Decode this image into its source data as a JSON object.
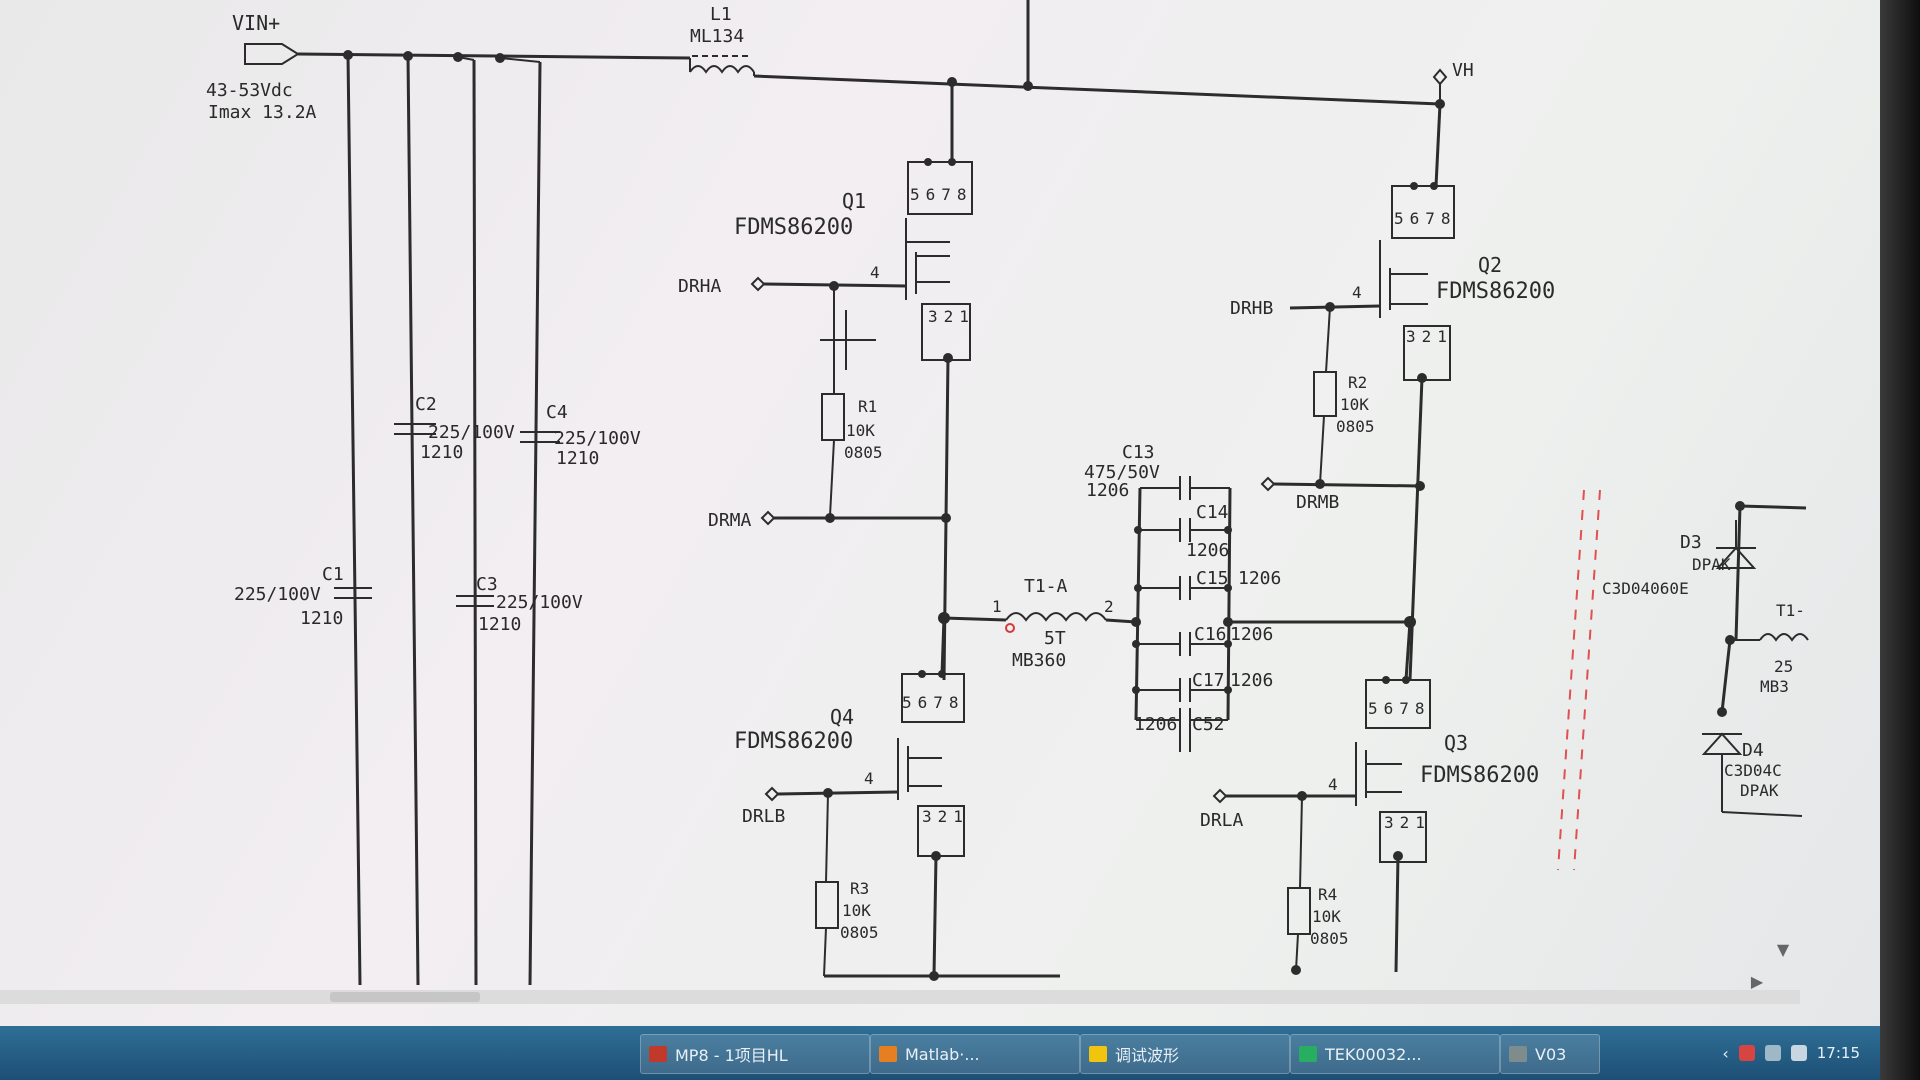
{
  "schematic": {
    "net_labels": {
      "vin": "VIN+",
      "vin_range": "43-53Vdc",
      "imax": "Imax 13.2A",
      "vh": "VH",
      "drha": "DRHA",
      "drhb": "DRHB",
      "drma": "DRMA",
      "drmb": "DRMB",
      "drlb": "DRLB",
      "drla": "DRLA"
    },
    "inductor_l1": {
      "ref": "L1",
      "value": "ML134"
    },
    "capacitors": [
      {
        "ref": "C1",
        "value": "225/100V",
        "pkg": "1210"
      },
      {
        "ref": "C2",
        "value": "225/100V",
        "pkg": "1210"
      },
      {
        "ref": "C3",
        "value": "225/100V",
        "pkg": "1210"
      },
      {
        "ref": "C4",
        "value": "225/100V",
        "pkg": "1210"
      },
      {
        "ref": "C13",
        "value": "475/50V",
        "pkg": "1206"
      },
      {
        "ref": "C14",
        "pkg": "1206"
      },
      {
        "ref": "C15",
        "pkg": "1206"
      },
      {
        "ref": "C16",
        "pkg": "1206"
      },
      {
        "ref": "C17",
        "pkg": "1206"
      },
      {
        "ref": "C52",
        "pkg": "1206"
      }
    ],
    "mosfets": [
      {
        "ref": "Q1",
        "part": "FDMS86200"
      },
      {
        "ref": "Q2",
        "part": "FDMS86200"
      },
      {
        "ref": "Q3",
        "part": "FDMS86200"
      },
      {
        "ref": "Q4",
        "part": "FDMS86200"
      }
    ],
    "resistors": [
      {
        "ref": "R1",
        "value": "10K",
        "pkg": "0805"
      },
      {
        "ref": "R2",
        "value": "10K",
        "pkg": "0805"
      },
      {
        "ref": "R3",
        "value": "10K",
        "pkg": "0805"
      },
      {
        "ref": "R4",
        "value": "10K",
        "pkg": "0805"
      }
    ],
    "transformer": {
      "ref": "T1-A",
      "turns": "5T",
      "core": "MB360",
      "pin1": "1",
      "pin2": "2"
    },
    "right_partial": {
      "d3": "D3",
      "d3_pkg": "DPAK",
      "d3_part": "C3D04060E",
      "d4": "D4",
      "d4_part": "C3D04C",
      "d4_pkg": "DPAK",
      "t1": "T1-",
      "t1_turns": "25",
      "t1_core": "MB3"
    },
    "pin_numbers": {
      "drain": "5678",
      "source": "321",
      "gate": "4"
    }
  },
  "taskbar": {
    "items": [
      {
        "label": "MP8 - 1项目HL",
        "icon_color": "#c0392b"
      },
      {
        "label": "Matlab·...",
        "icon_color": "#e67e22"
      },
      {
        "label": "调试波形",
        "icon_color": "#f1c40f"
      },
      {
        "label": "TEK00032...",
        "icon_color": "#27ae60"
      },
      {
        "label": "V03",
        "icon_color": "#7f8c8d"
      }
    ],
    "clock": "17:15"
  },
  "icons": {
    "scroll_down": "chevron-down-icon",
    "scroll_right": "chevron-right-icon"
  }
}
